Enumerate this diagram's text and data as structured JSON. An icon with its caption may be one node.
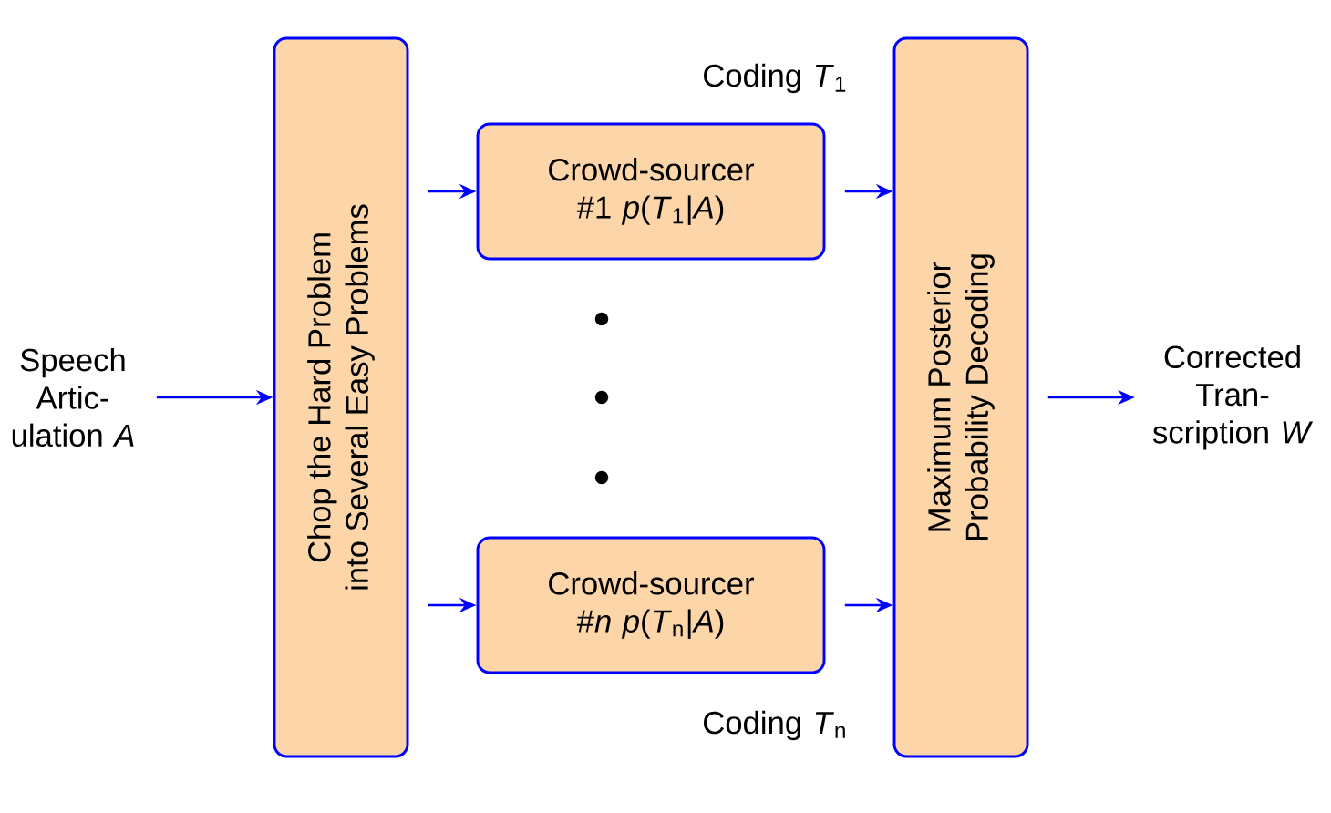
{
  "diagram": {
    "nodes": [
      {
        "text": [
          "Speech Artic- ulation *A*"
        ]
      },
      {
        "text": [
          "Chop the Hard Problem into Several Easy Problems"
        ]
      },
      {
        "text": [
          "Crowd-sourcer #1 *p*(*T*$_{1}$|*A*)"
        ],
        "beside": [
          "Coding *T*$_{1}$"
        ]
      },
      {
        "text": [
          "Crowd-sourcer #*n* *p*(*T*$_{n}$|*A*)"
        ],
        "beside": [
          "Coding *T*$_{n}$"
        ]
      },
      {
        "text": [
          "Maximum Posterior Probability Decoding"
        ]
      },
      {
        "text": [
          "Corrected Tran- scription *W*"
        ]
      }
    ],
    "edges": [
      {
        "from": 0,
        "to": 1,
        "arrow": "to"
      },
      {
        "from": 1,
        "to": 2,
        "arrow": "to"
      },
      {
        "from": 1,
        "to": 3,
        "arrow": "to"
      },
      {
        "from": 2,
        "to": 4,
        "arrow": "to"
      },
      {
        "from": 3,
        "to": 4,
        "arrow": "to"
      },
      {
        "from": 4,
        "to": 5,
        "arrow": "to"
      }
    ]
  }
}
